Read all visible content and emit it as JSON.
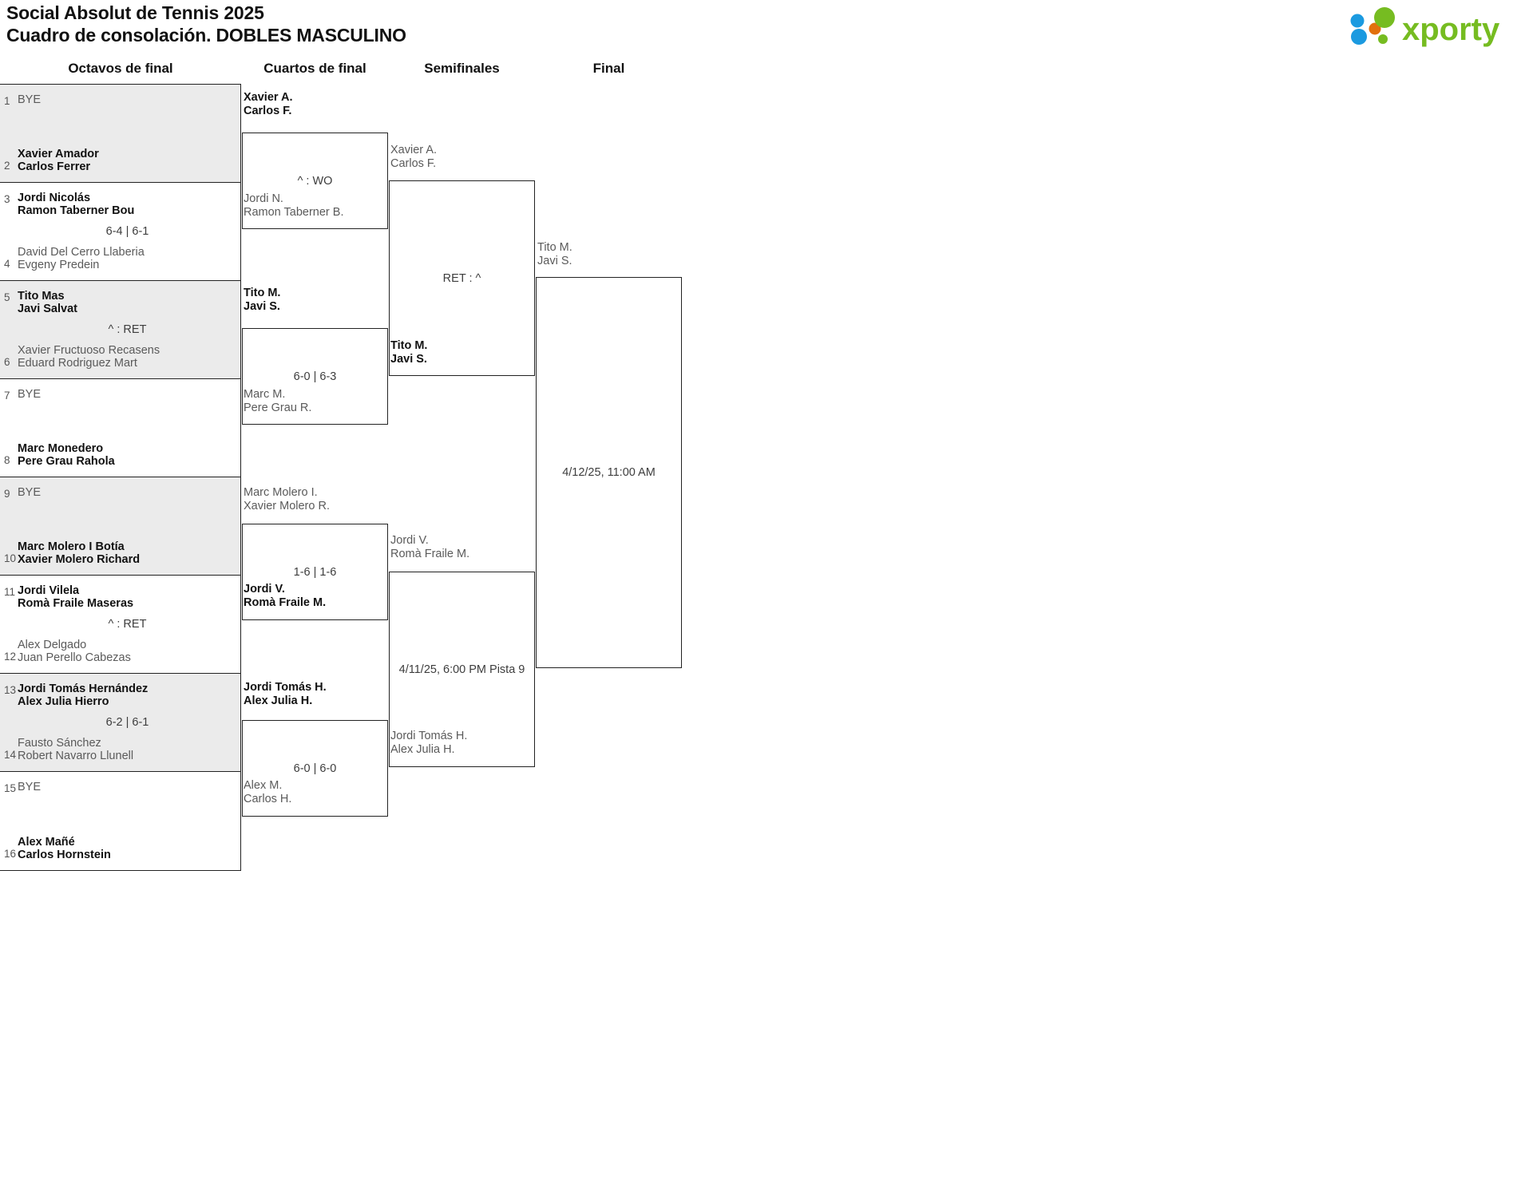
{
  "header": {
    "title_line1": "Social Absolut de Tennis 2025",
    "title_line2": "Cuadro de consolación. DOBLES MASCULINO",
    "logo_text": "xporty",
    "logo_colors": {
      "blue": "#1b9ae0",
      "orange": "#e2700d",
      "green": "#76bc21"
    }
  },
  "rounds": [
    {
      "label": "Octavos de final"
    },
    {
      "label": "Cuartos de final"
    },
    {
      "label": "Semifinales"
    },
    {
      "label": "Final"
    }
  ],
  "round1": {
    "matches": [
      {
        "shaded": true,
        "top": {
          "seed": "1",
          "names": [
            "BYE"
          ],
          "result": "bye"
        },
        "bottom": {
          "seed": "2",
          "names": [
            "Xavier Amador",
            "Carlos Ferrer"
          ],
          "result": "winner"
        },
        "score": ""
      },
      {
        "shaded": false,
        "top": {
          "seed": "3",
          "names": [
            "Jordi Nicolás",
            "Ramon Taberner Bou"
          ],
          "result": "winner"
        },
        "bottom": {
          "seed": "4",
          "names": [
            "David Del Cerro Llaberia",
            "Evgeny Predein"
          ],
          "result": "loser"
        },
        "score": "6-4 | 6-1"
      },
      {
        "shaded": true,
        "top": {
          "seed": "5",
          "names": [
            "Tito Mas",
            "Javi Salvat"
          ],
          "result": "winner"
        },
        "bottom": {
          "seed": "6",
          "names": [
            "Xavier Fructuoso Recasens",
            "Eduard Rodriguez Mart"
          ],
          "result": "loser"
        },
        "score": "^ : RET"
      },
      {
        "shaded": false,
        "top": {
          "seed": "7",
          "names": [
            "BYE"
          ],
          "result": "bye"
        },
        "bottom": {
          "seed": "8",
          "names": [
            "Marc Monedero",
            "Pere Grau Rahola"
          ],
          "result": "winner"
        },
        "score": ""
      },
      {
        "shaded": true,
        "top": {
          "seed": "9",
          "names": [
            "BYE"
          ],
          "result": "bye"
        },
        "bottom": {
          "seed": "10",
          "names": [
            "Marc Molero I Botía",
            "Xavier Molero Richard"
          ],
          "result": "winner"
        },
        "score": ""
      },
      {
        "shaded": false,
        "top": {
          "seed": "11",
          "names": [
            "Jordi Vilela",
            "Romà Fraile Maseras"
          ],
          "result": "winner"
        },
        "bottom": {
          "seed": "12",
          "names": [
            "Alex Delgado",
            "Juan Perello Cabezas"
          ],
          "result": "loser"
        },
        "score": "^ : RET"
      },
      {
        "shaded": true,
        "top": {
          "seed": "13",
          "names": [
            "Jordi Tomás Hernández",
            "Alex Julia Hierro"
          ],
          "result": "winner"
        },
        "bottom": {
          "seed": "14",
          "names": [
            "Fausto Sánchez",
            "Robert Navarro Llunell"
          ],
          "result": "loser"
        },
        "score": "6-2 | 6-1"
      },
      {
        "shaded": false,
        "top": {
          "seed": "15",
          "names": [
            "BYE"
          ],
          "result": "bye"
        },
        "bottom": {
          "seed": "16",
          "names": [
            "Alex Mañé",
            "Carlos Hornstein"
          ],
          "result": "winner"
        },
        "score": ""
      }
    ]
  },
  "round2": {
    "matches": [
      {
        "top": {
          "names": [
            "Xavier A.",
            "Carlos F."
          ],
          "result": "winner"
        },
        "bottom": {
          "names": [
            "Jordi N.",
            "Ramon Taberner B."
          ],
          "result": "loser"
        },
        "score": "^ : WO"
      },
      {
        "top": {
          "names": [
            "Tito M.",
            "Javi S."
          ],
          "result": "winner"
        },
        "bottom": {
          "names": [
            "Marc M.",
            "Pere Grau R."
          ],
          "result": "loser"
        },
        "score": "6-0 | 6-3"
      },
      {
        "top": {
          "names": [
            "Marc Molero I.",
            "Xavier Molero R."
          ],
          "result": "loser"
        },
        "bottom": {
          "names": [
            "Jordi V.",
            "Romà Fraile M."
          ],
          "result": "winner"
        },
        "score": "1-6 | 1-6"
      },
      {
        "top": {
          "names": [
            "Jordi Tomás H.",
            "Alex Julia H."
          ],
          "result": "winner"
        },
        "bottom": {
          "names": [
            "Alex M.",
            "Carlos H."
          ],
          "result": "loser"
        },
        "score": "6-0 | 6-0"
      }
    ]
  },
  "round3": {
    "matches": [
      {
        "top": {
          "names": [
            "Xavier A.",
            "Carlos F."
          ],
          "result": "loser"
        },
        "bottom": {
          "names": [
            "Tito M.",
            "Javi S."
          ],
          "result": "winner"
        },
        "score": "RET : ^"
      },
      {
        "top": {
          "names": [
            "Jordi V.",
            "Romà Fraile M."
          ],
          "result": "loser"
        },
        "bottom": {
          "names": [
            "Jordi Tomás H.",
            "Alex Julia H."
          ],
          "result": "loser"
        },
        "score": "4/11/25, 6:00 PM Pista 9"
      }
    ]
  },
  "round4": {
    "matches": [
      {
        "top": {
          "names": [
            "Tito M.",
            "Javi S."
          ],
          "result": "loser"
        },
        "bottom": {
          "names": [],
          "result": "empty"
        },
        "score": "4/12/25, 11:00 AM"
      }
    ]
  }
}
